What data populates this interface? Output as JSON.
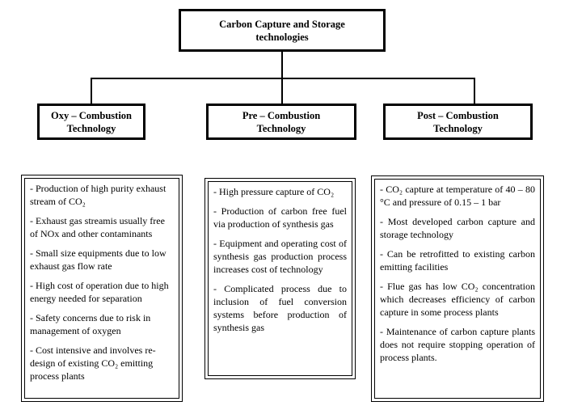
{
  "root": {
    "line1": "Carbon Capture and Storage",
    "line2": "technologies"
  },
  "categories": [
    {
      "line1": "Oxy – Combustion",
      "line2": "Technology"
    },
    {
      "line1": "Pre – Combustion",
      "line2": "Technology"
    },
    {
      "line1": "Post – Combustion",
      "line2": "Technology"
    }
  ],
  "oxy_items": [
    "- Production of high purity exhaust stream of CO₂",
    "- Exhaust gas streamis usually free of NOx and other contaminants",
    "- Small size equipments due to low exhaust gas flow rate",
    "- High cost of operation due to high energy needed for separation",
    "- Safety concerns due to risk in management of oxygen",
    "- Cost intensive and involves re-design of existing CO₂ emitting process plants"
  ],
  "pre_items": [
    "- High pressure capture of CO₂",
    "- Production of carbon free fuel via production of synthesis gas",
    "- Equipment and operating cost of synthesis gas production process increases cost of technology",
    "- Complicated process due to inclusion of fuel conversion systems before production of synthesis gas"
  ],
  "post_items": [
    "- CO₂ capture at temperature of 40 – 80 °C and pressure of 0.15 – 1 bar",
    "- Most developed carbon capture and storage technology",
    "- Can be retrofitted to existing carbon emitting facilities",
    "- Flue gas has low CO₂ concentration which decreases efficiency of carbon capture in some process plants",
    "- Maintenance of carbon capture plants does not require stopping operation of process plants."
  ]
}
